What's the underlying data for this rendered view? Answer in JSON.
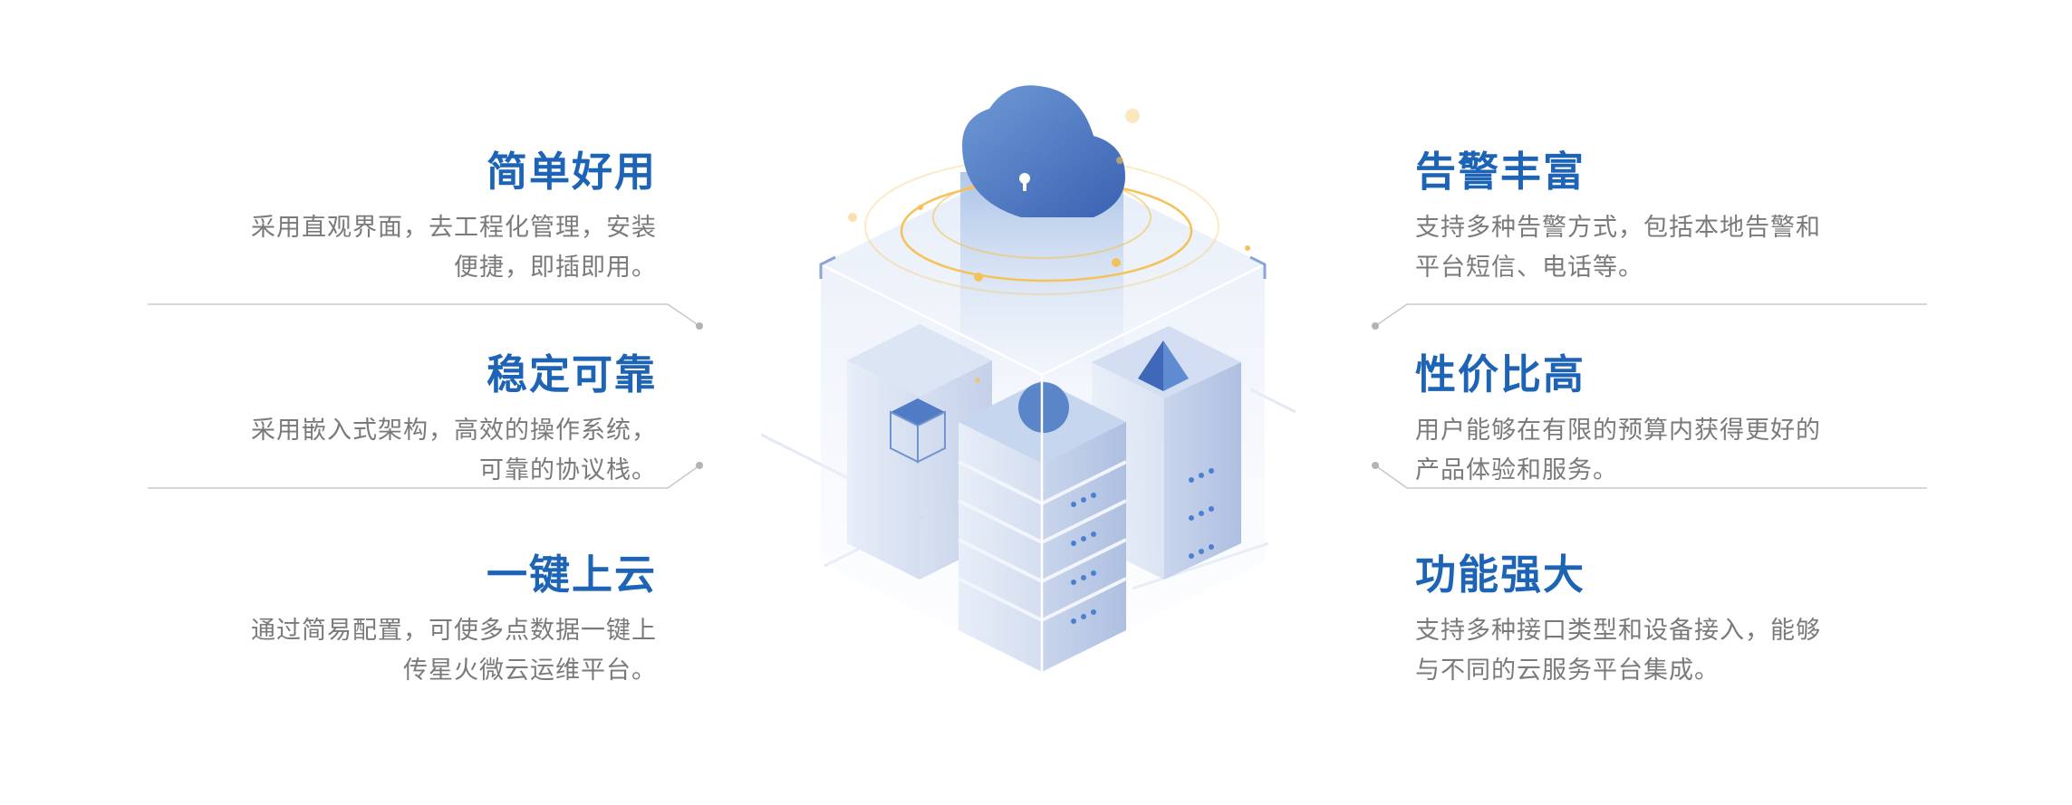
{
  "left_features": [
    {
      "title": "简单好用",
      "lines": [
        "采用直观界面，去工程化管理，安装",
        "便捷，即插即用。"
      ]
    },
    {
      "title": "稳定可靠",
      "lines": [
        "采用嵌入式架构，高效的操作系统，",
        "可靠的协议栈。"
      ]
    },
    {
      "title": "一键上云",
      "lines": [
        "通过简易配置，可使多点数据一键上",
        "传星火微云运维平台。"
      ]
    }
  ],
  "right_features": [
    {
      "title": "告警丰富",
      "lines": [
        "支持多种告警方式，包括本地告警和",
        "平台短信、电话等。"
      ]
    },
    {
      "title": "性价比高",
      "lines": [
        "用户能够在有限的预算内获得更好的",
        "产品体验和服务。"
      ]
    },
    {
      "title": "功能强大",
      "lines": [
        "支持多种接口类型和设备接入，能够",
        "与不同的云服务平台集成。"
      ]
    }
  ],
  "colors": {
    "title": "#1d63b6",
    "body": "#7a7a7a",
    "divider": "#c8c8c8",
    "accent": "#3d6fc0",
    "glow": "#f5c25a"
  }
}
